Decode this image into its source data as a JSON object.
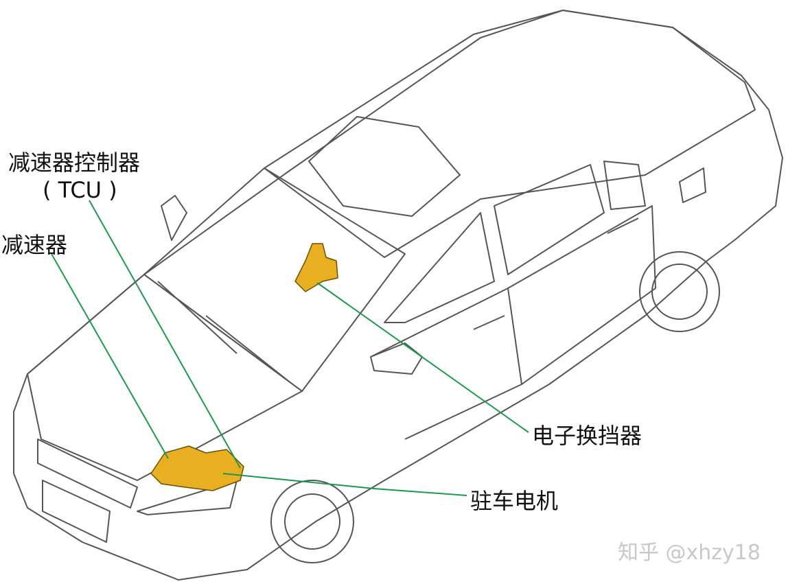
{
  "labels": {
    "tcu_line1": "减速器控制器",
    "tcu_line2": "( TCU )",
    "reducer": "减速器",
    "shifter": "电子换挡器",
    "parking_motor": "驻车电机"
  },
  "watermark": "知乎 @xhzy18",
  "colors": {
    "leader": "#1a9a4a",
    "component": "#e8b020",
    "outline": "#555555"
  }
}
